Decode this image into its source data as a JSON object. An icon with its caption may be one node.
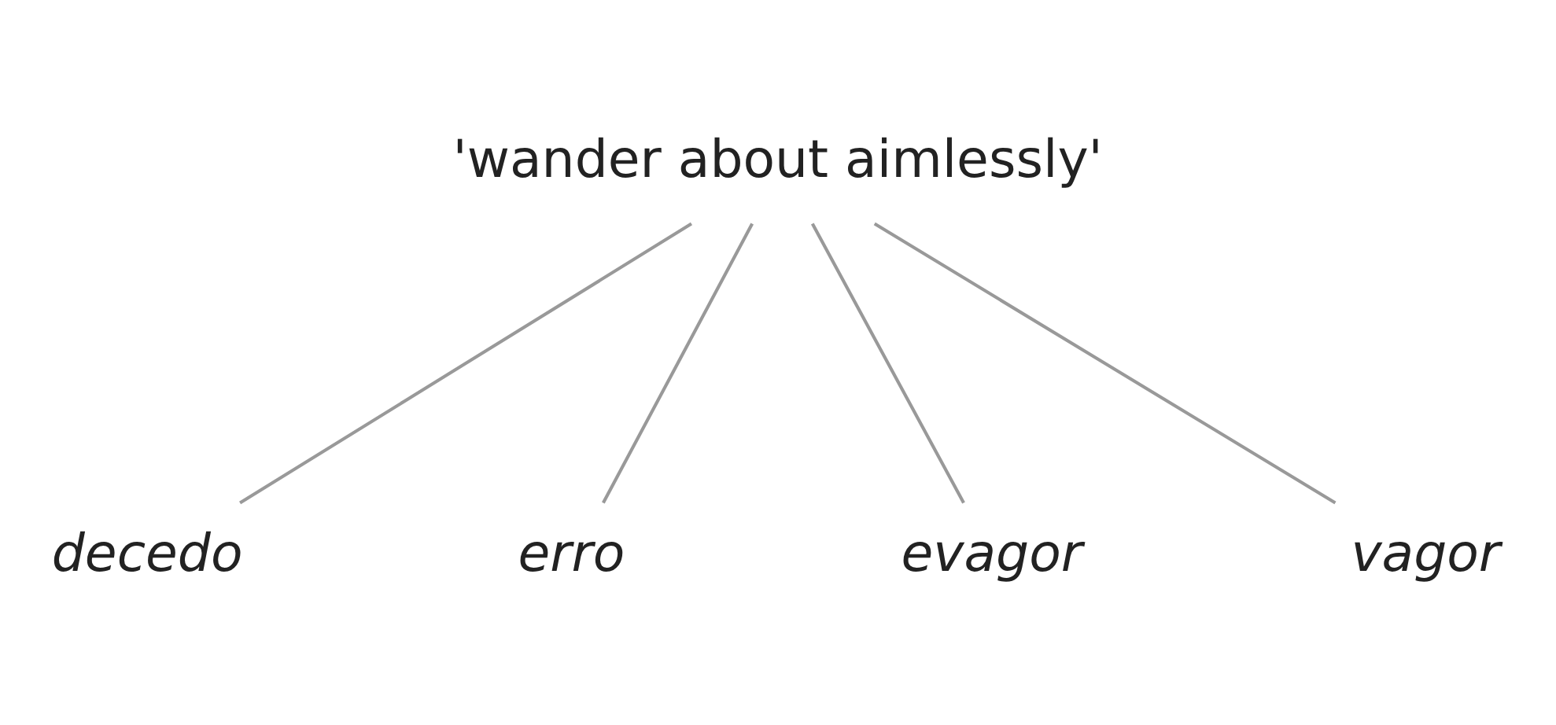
{
  "diagram": {
    "nodes": [
      {
        "text": [
          "'wander about aimlessly'"
        ]
      },
      {
        "text": [
          "decedo"
        ]
      },
      {
        "text": [
          "erro"
        ]
      },
      {
        "text": [
          "evagor"
        ]
      },
      {
        "text": [
          "vagor"
        ]
      }
    ],
    "edges": [
      {
        "from": 0,
        "to": 1,
        "arrow": "none"
      },
      {
        "from": 0,
        "to": 3,
        "arrow": "none"
      },
      {
        "from": 0,
        "to": 4,
        "arrow": "none"
      },
      {
        "from": 0,
        "to": 2,
        "arrow": "none"
      }
    ]
  }
}
